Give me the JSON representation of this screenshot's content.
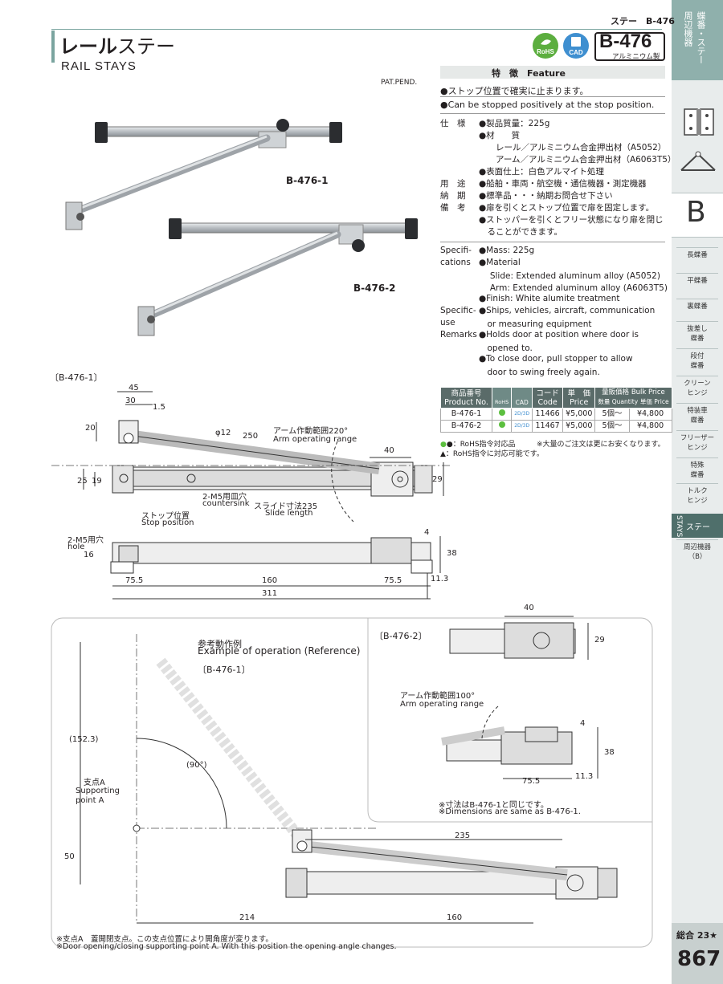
{
  "header": {
    "top_right": "ステー　B-476",
    "title_jp_bold": "レール",
    "title_jp": "ステー",
    "title_en": "RAIL STAYS",
    "rohs_badge": "RoHS",
    "cad_badge": "CAD",
    "model": "B-476",
    "material_note": "アルミニウム製",
    "patent": "PAT.PEND."
  },
  "sidebar": {
    "category_jp_1": "蝶番・ステー",
    "category_jp_2": "周辺機器",
    "letter": "B",
    "items": [
      "長蝶番",
      "平蝶番",
      "裏蝶番",
      "抜差し\n蝶番",
      "段付\n蝶番",
      "クリーン\nヒンジ",
      "特装車\n蝶番",
      "フリーザー\nヒンジ",
      "特殊\n蝶番",
      "トルク\nヒンジ",
      "ステー",
      "周辺機器\n（B）"
    ],
    "active_en": "STAYS",
    "active_jp": "ステー",
    "page_ref": "総合 23★",
    "page_number": "867"
  },
  "photos": {
    "label1": "B-476-1",
    "label2": "B-476-2"
  },
  "features": {
    "heading": "特　徴　Feature",
    "jp": "●ストップ位置で確実に止まります。",
    "en": "●Can be stopped positively at the stop position."
  },
  "spec_jp": [
    {
      "label": "仕　様",
      "text": "●製品質量：225g"
    },
    {
      "label": "",
      "text": "●材　　質"
    },
    {
      "label": "",
      "text": "　　レール／アルミニウム合金押出材（A5052）"
    },
    {
      "label": "",
      "text": "　　アーム／アルミニウム合金押出材（A6063T5）"
    },
    {
      "label": "",
      "text": "●表面仕上：白色アルマイト処理"
    },
    {
      "label": "用　途",
      "text": "●船舶・車両・航空機・通信機器・測定機器"
    },
    {
      "label": "納　期",
      "text": "●標準品・・・納期お問合せ下さい"
    },
    {
      "label": "備　考",
      "text": "●扉を引くとストップ位置で扉を固定します。"
    },
    {
      "label": "",
      "text": "●ストッパーを引くとフリー状態になり扉を閉じ"
    },
    {
      "label": "",
      "text": "　ることができます。"
    }
  ],
  "spec_en": [
    {
      "label": "Specifi-",
      "text": "●Mass: 225g"
    },
    {
      "label": "cations",
      "text": "●Material"
    },
    {
      "label": "",
      "text": "　 Slide: Extended aluminum alloy (A5052)"
    },
    {
      "label": "",
      "text": "　 Arm: Extended aluminum alloy (A6063T5)"
    },
    {
      "label": "",
      "text": "●Finish: White alumite treatment"
    },
    {
      "label": "Specific-",
      "text": "●Ships, vehicles, aircraft, communication"
    },
    {
      "label": "use",
      "text": "　or measuring equipment"
    },
    {
      "label": "Remarks",
      "text": "●Holds door at position where door is"
    },
    {
      "label": "",
      "text": "　opened to."
    },
    {
      "label": "",
      "text": "●To close door, pull stopper to allow"
    },
    {
      "label": "",
      "text": "　door to swing freely again."
    }
  ],
  "table": {
    "h_product_jp": "商品番号",
    "h_product_en": "Product No.",
    "h_rohs": "RoHS",
    "h_cad": "CAD",
    "h_code_jp": "コード",
    "h_code_en": "Code",
    "h_price_jp": "単　価",
    "h_price_en": "Price",
    "h_bulk_jp": "量販価格 Bulk Price",
    "h_qty": "数量 Quantity",
    "h_unit": "単価 Price",
    "rows": [
      {
        "product": "B-476-1",
        "cad": "2D/3D",
        "code": "11466",
        "price": "¥5,000",
        "qty": "5個〜",
        "bulk": "¥4,800"
      },
      {
        "product": "B-476-2",
        "cad": "2D/3D",
        "code": "11467",
        "price": "¥5,000",
        "qty": "5個〜",
        "bulk": "¥4,800"
      }
    ],
    "note1": "●：RoHS指令対応品",
    "note1b": "※大量のご注文は更にお安くなります。",
    "note2": "▲：RoHS指令に対応可能です。"
  },
  "drawings": {
    "b1_label": "〔B-476-1〕",
    "dims_top": [
      "45",
      "30",
      "1.5",
      "20",
      "φ12",
      "250",
      "40",
      "25",
      "19",
      "29"
    ],
    "arm_range_jp": "アーム作動範囲220°",
    "arm_range_en": "Arm operating range",
    "countersink_jp": "2-M5用皿穴",
    "countersink_en": "countersink",
    "slide_jp": "スライド寸法235",
    "slide_en": "Slide length",
    "stop_jp": "ストップ位置",
    "stop_en": "Stop position",
    "hole_jp": "2-M5用穴",
    "hole_en": "hole",
    "dims_side": [
      "16",
      "4",
      "38",
      "11.3",
      "75.5",
      "160",
      "75.5",
      "311"
    ],
    "example_jp": "参考動作例",
    "example_en": "Example of operation (Reference)",
    "example_model": "〔B-476-1〕",
    "dim_152": "(152.3)",
    "dim_90": "(90°)",
    "support_jp": "支点A",
    "support_en1": "Supporting",
    "support_en2": "point A",
    "dim_50": "50",
    "dim_235": "235",
    "dim_214": "214",
    "dim_160": "160",
    "b2_label": "〔B-476-2〕",
    "b2_dim40": "40",
    "b2_dim29": "29",
    "b2_range_jp": "アーム作動範囲100°",
    "b2_range_en": "Arm operating range",
    "b2_dim4": "4",
    "b2_dim38": "38",
    "b2_dim75": "75.5",
    "b2_dim11": "11.3",
    "b2_note_jp": "※寸法はB-476-1と同じです。",
    "b2_note_en": "※Dimensions are same as B-476-1.",
    "foot_jp": "※支点A　蓋開閉支点。この支点位置により開角度が変ります。",
    "foot_en": "※Door opening/closing supporting point A. With this position the opening angle changes."
  }
}
